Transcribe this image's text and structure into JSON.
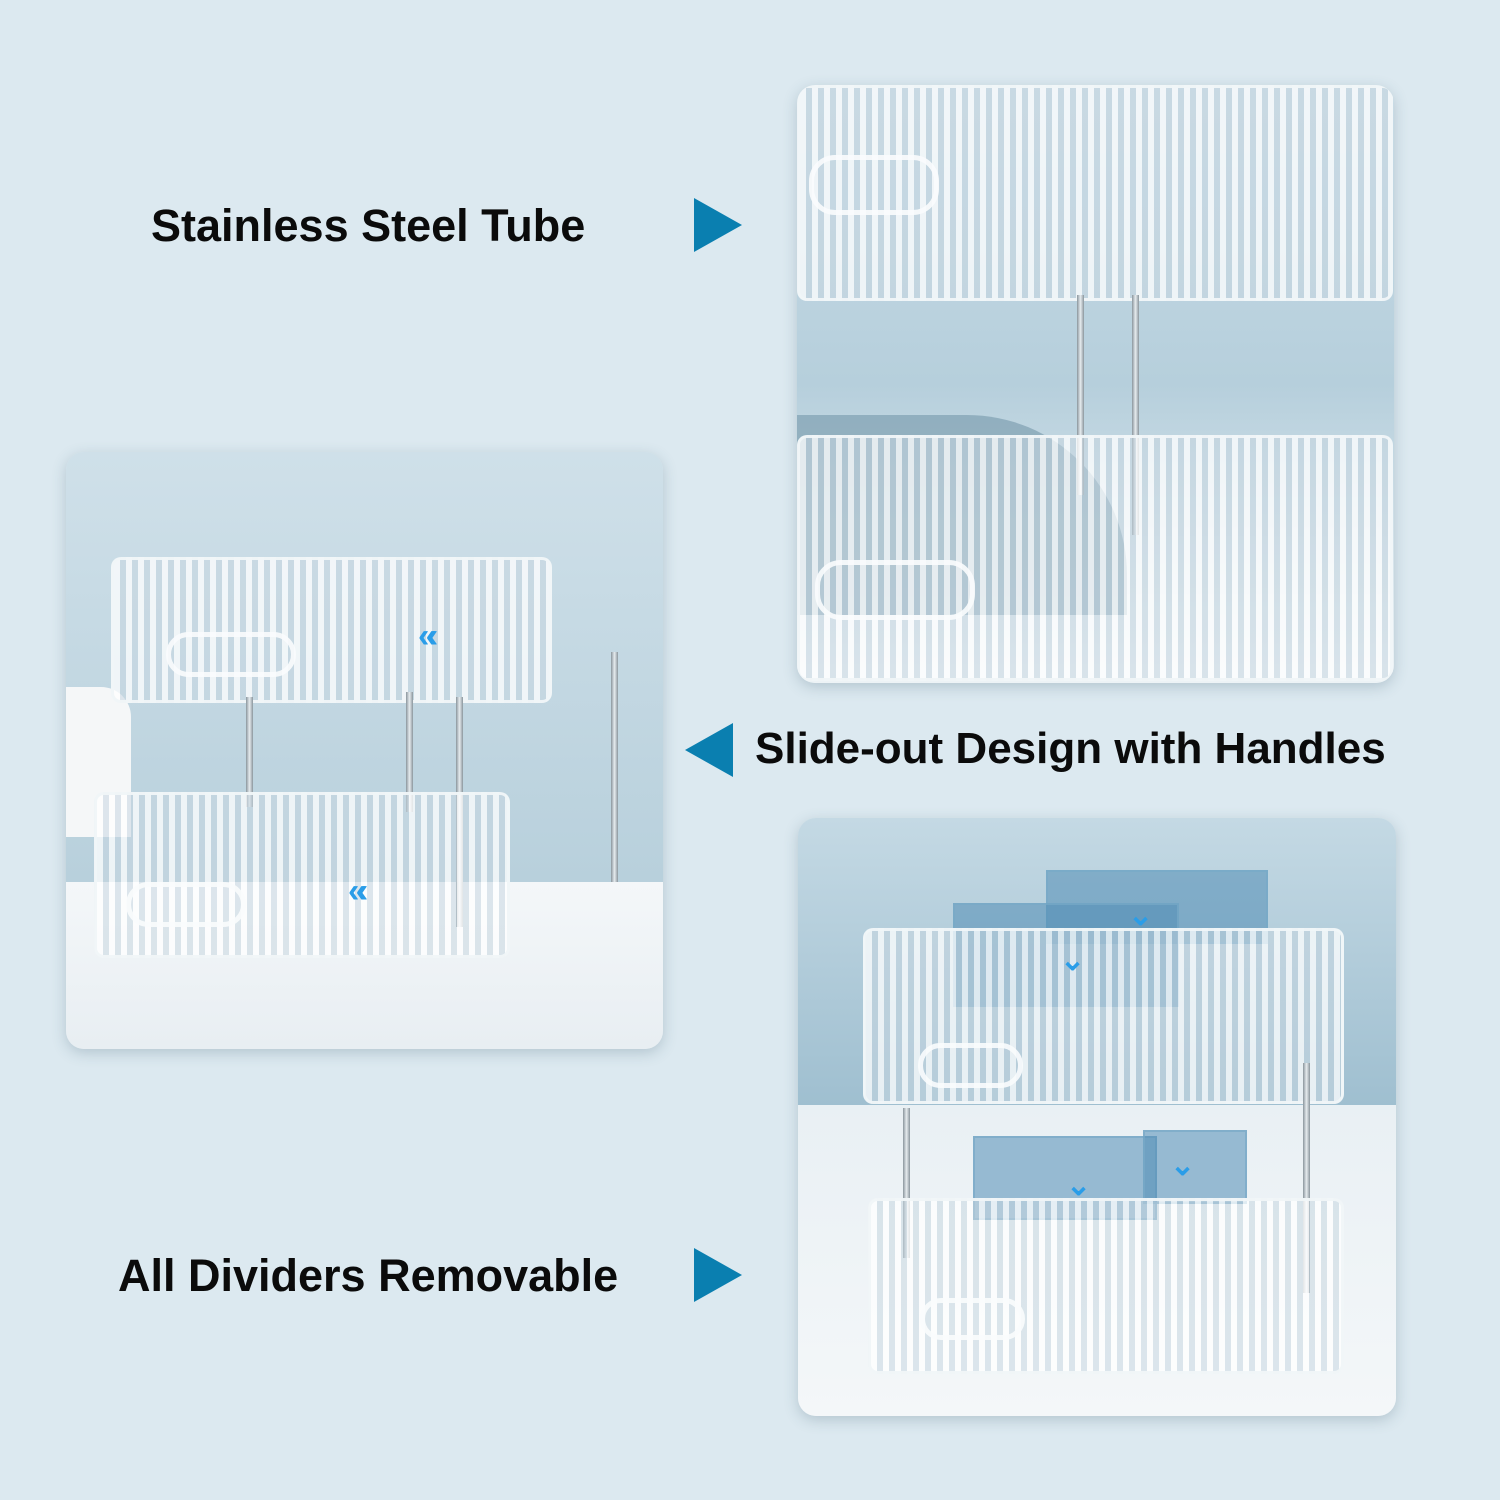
{
  "features": [
    {
      "label": "Stainless Steel Tube",
      "arrow": "right"
    },
    {
      "label": "Slide-out Design with Handles",
      "arrow": "left"
    },
    {
      "label": "All Dividers Removable",
      "arrow": "right"
    }
  ],
  "colors": {
    "background": "#dce9f0",
    "arrow": "#0a7fb0",
    "slide_arrows": "#2a9de8"
  },
  "icons": {
    "slide_chevrons": "«‹",
    "down_chevrons": "⌄"
  }
}
